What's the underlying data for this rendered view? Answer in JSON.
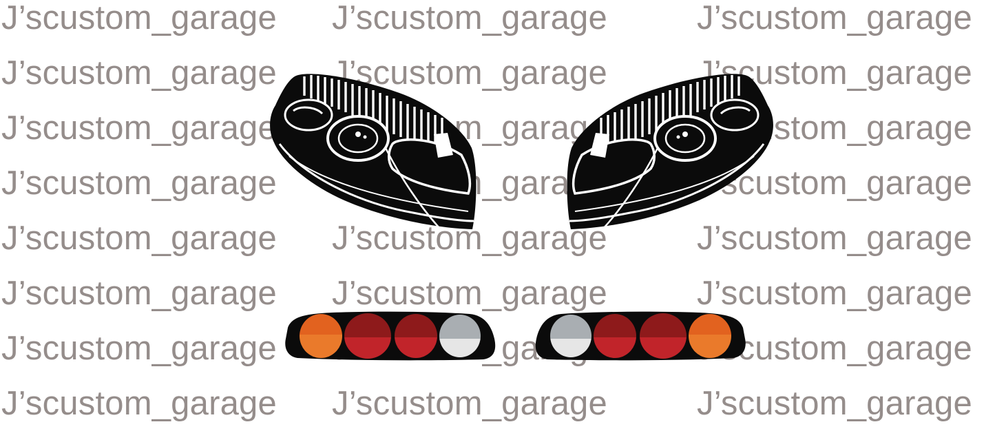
{
  "watermark": {
    "text": "J’scustom_garage",
    "color": "#958d8b",
    "columns_x": [
      2,
      482,
      1012
    ],
    "rows_y": [
      2,
      82,
      162,
      242,
      322,
      402,
      482,
      562
    ]
  },
  "graphics": {
    "headlight_left": {
      "label": "headlight-left"
    },
    "headlight_right": {
      "label": "headlight-right"
    },
    "taillight_left": {
      "label": "taillight-left",
      "lamps": [
        "amber",
        "red",
        "red",
        "clear"
      ]
    },
    "taillight_right": {
      "label": "taillight-right",
      "lamps": [
        "clear",
        "red",
        "red",
        "amber"
      ]
    }
  },
  "colors": {
    "body_black": "#0b0b0b",
    "amber_top": "#e2621f",
    "amber_bottom": "#ea7a2b",
    "red_top": "#8e1a1b",
    "red_bottom": "#c1242a",
    "clear_top": "#a9aeb2",
    "clear_bottom": "#e6e6e6"
  }
}
